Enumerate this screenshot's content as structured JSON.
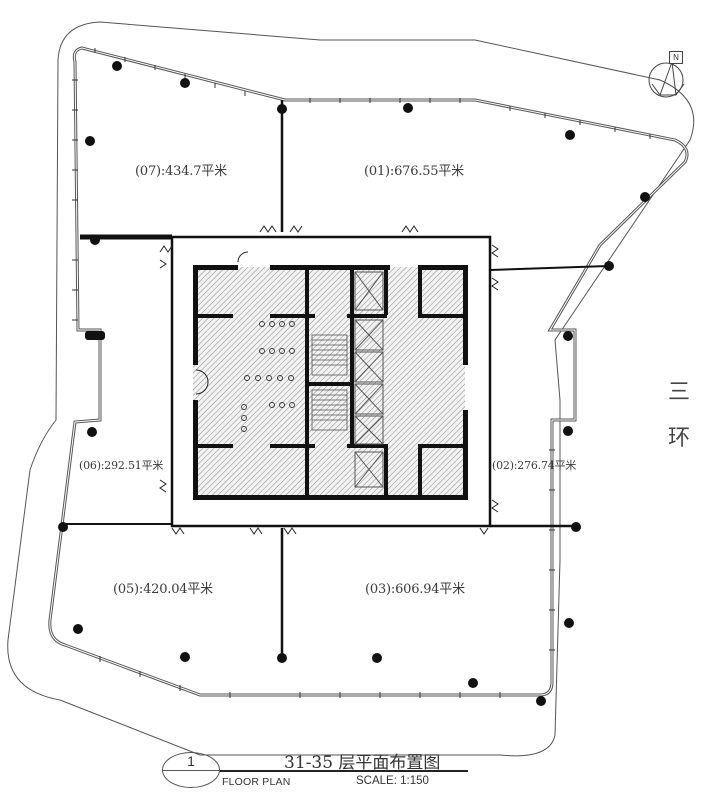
{
  "drawing": {
    "title_cn": "31-35 层平面布置图",
    "title_en": "FLOOR PLAN",
    "scale": "SCALE: 1:150",
    "sheet_number": "1"
  },
  "north_arrow": {
    "label": "N",
    "icon": "north-arrow-icon"
  },
  "road": {
    "name_line1": "三",
    "name_line2": "环"
  },
  "units": [
    {
      "id": "07",
      "text": "(07):434.7平米",
      "area_sqm": 434.7
    },
    {
      "id": "01",
      "text": "(01):676.55平米",
      "area_sqm": 676.55
    },
    {
      "id": "06",
      "text": "(06):292.51平米",
      "area_sqm": 292.51
    },
    {
      "id": "02",
      "text": "(02):276.74平米",
      "area_sqm": 276.74
    },
    {
      "id": "05",
      "text": "(05):420.04平米",
      "area_sqm": 420.04
    },
    {
      "id": "03",
      "text": "(03):606.94平米",
      "area_sqm": 606.94
    }
  ],
  "colors": {
    "line": "#222222",
    "outline": "#555555",
    "hatch": "#8a8a8a",
    "background": "#ffffff"
  }
}
